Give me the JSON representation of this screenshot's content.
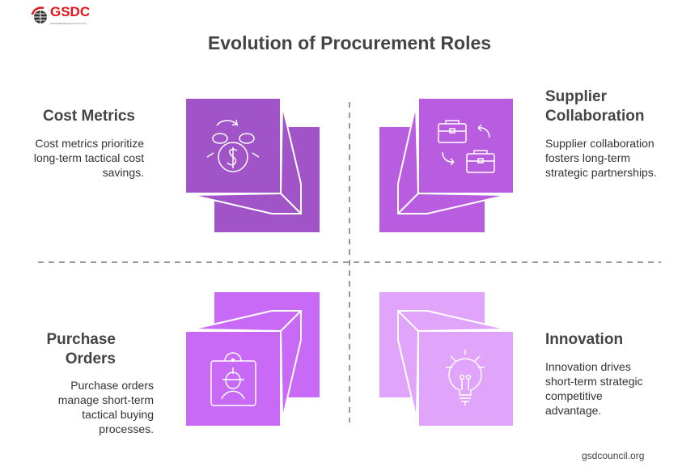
{
  "logo": {
    "text": "GSDC",
    "subtitle": "Global Skill Development Council"
  },
  "title": "Evolution of Procurement Roles",
  "quadrants": [
    {
      "heading": "Cost Metrics",
      "body": "Cost metrics prioritize long-term tactical cost savings.",
      "icon": "money-cycle-icon",
      "color": "#A154C8"
    },
    {
      "heading": "Supplier Collaboration",
      "body": "Supplier collaboration fosters long-term strategic partnerships.",
      "icon": "briefcase-exchange-icon",
      "color": "#B85DE0"
    },
    {
      "heading": "Purchase Orders",
      "body": "Purchase orders manage short-term tactical buying processes.",
      "icon": "id-badge-icon",
      "color": "#C86AF5"
    },
    {
      "heading": "Innovation",
      "body": "Innovation drives short-term strategic competitive advantage.",
      "icon": "lightbulb-icon",
      "color": "#E0A5FA"
    }
  ],
  "footer": "gsdcouncil.org"
}
